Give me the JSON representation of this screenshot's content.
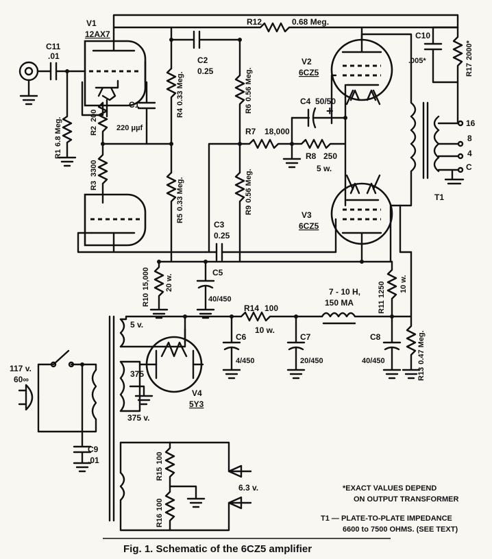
{
  "caption": "Fig. 1. Schematic of the 6CZ5 amplifier",
  "notes": {
    "asterisk_line1": "*EXACT VALUES DEPEND",
    "asterisk_line2": "ON OUTPUT TRANSFORMER",
    "t1_line1": "T1 — PLATE-TO-PLATE IMPEDANCE",
    "t1_line2": "6600 to 7500 OHMS. (SEE TEXT)"
  },
  "tubes": {
    "v1": {
      "ref": "V1",
      "type": "12AX7"
    },
    "v2": {
      "ref": "V2",
      "type": "6CZ5"
    },
    "v3": {
      "ref": "V3",
      "type": "6CZ5"
    },
    "v4": {
      "ref": "V4",
      "type": "5Y3"
    }
  },
  "resistors": {
    "r1": {
      "ref": "R1",
      "value": "6.8 Meg."
    },
    "r2": {
      "ref": "R2",
      "value": "200"
    },
    "r3": {
      "ref": "R3",
      "value": "3300"
    },
    "r4": {
      "ref": "R4",
      "value": "0.33 Meg."
    },
    "r5": {
      "ref": "R5",
      "value": "0.33 Meg."
    },
    "r6": {
      "ref": "R6",
      "value": "0.56 Meg."
    },
    "r7": {
      "ref": "R7",
      "value": "18,000"
    },
    "r8": {
      "ref": "R8",
      "value": "250",
      "rating": "5 w."
    },
    "r9": {
      "ref": "R9",
      "value": "0.56 Meg."
    },
    "r10": {
      "ref": "R10",
      "value": "15,000",
      "rating": "20 w."
    },
    "r11": {
      "ref": "R11",
      "value": "1250",
      "rating": "10 w."
    },
    "r12": {
      "ref": "R12",
      "value": "0.68 Meg."
    },
    "r13": {
      "ref": "R13",
      "value": "0.47 Meg."
    },
    "r14": {
      "ref": "R14",
      "value": "100",
      "rating": "10 w."
    },
    "r15": {
      "ref": "R15",
      "value": "100"
    },
    "r16": {
      "ref": "R16",
      "value": "100"
    },
    "r17": {
      "ref": "R17",
      "value": "2000*"
    }
  },
  "capacitors": {
    "c1": {
      "ref": "C1",
      "value": "220 μµf"
    },
    "c2": {
      "ref": "C2",
      "value": "0.25"
    },
    "c3": {
      "ref": "C3",
      "value": "0.25"
    },
    "c4": {
      "ref": "C4",
      "value": "50/50"
    },
    "c5": {
      "ref": "C5",
      "value": "40/450"
    },
    "c6": {
      "ref": "C6",
      "value": "4/450"
    },
    "c7": {
      "ref": "C7",
      "value": "20/450"
    },
    "c8": {
      "ref": "C8",
      "value": "40/450"
    },
    "c9": {
      "ref": "C9",
      "value": ".01"
    },
    "c10": {
      "ref": "C10",
      "value": ".005*"
    },
    "c11": {
      "ref": "C11",
      "value": ".01"
    }
  },
  "choke": {
    "line1": "7 - 10 H,",
    "line2": "150 MA"
  },
  "transformer": {
    "ref": "T1",
    "taps": [
      "16",
      "8",
      "4",
      "C"
    ]
  },
  "power": {
    "mains_line1": "117 v.",
    "mains_line2": "60∞",
    "fil_5v": "5 v.",
    "hv_top": "375",
    "hv_bot": "375 v.",
    "heater": "6.3 v."
  }
}
